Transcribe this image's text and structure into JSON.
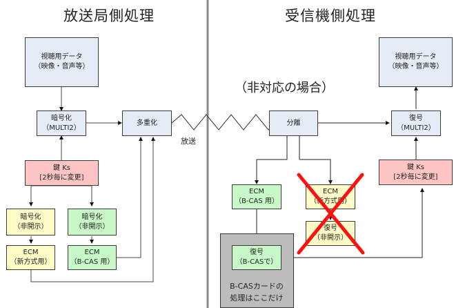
{
  "titles": {
    "broadcaster": "放送局側処理",
    "receiver": "受信機側処理"
  },
  "note": "（非対応の場合）",
  "broadcast_label": "放送",
  "colors": {
    "process_blue": "#e6ecf6",
    "key_pink": "#ffc4c4",
    "new_method_yellow": "#fffcc8",
    "bcas_green": "#c8f8c8",
    "bcas_card_gray": "#bcbcbc",
    "cross_red": "#ff0000",
    "divider": "#888888"
  },
  "broadcaster": {
    "av_data": {
      "line1": "視聴用データ",
      "line2": "（映像・音声等）"
    },
    "encrypt_multi2": {
      "line1": "暗号化",
      "line2": "（MULTI2）"
    },
    "multiplex": {
      "line1": "多重化"
    },
    "key_ks": {
      "line1": "鍵 Ks",
      "line2": "[2秒毎に変更]"
    },
    "encrypt_new": {
      "line1": "暗号化",
      "line2": "（非開示）"
    },
    "encrypt_bcas": {
      "line1": "暗号化",
      "line2": "（非開示）"
    },
    "ecm_new": {
      "line1": "ECM",
      "line2": "（新方式用）"
    },
    "ecm_bcas": {
      "line1": "ECM",
      "line2": "（B-CAS 用）"
    }
  },
  "receiver": {
    "av_data": {
      "line1": "視聴用データ",
      "line2": "（映像・音声等）"
    },
    "demux": {
      "line1": "分離"
    },
    "decrypt_multi2": {
      "line1": "復号",
      "line2": "（MULTI2）"
    },
    "key_ks": {
      "line1": "鍵 Ks",
      "line2": "[2秒毎に変更]"
    },
    "ecm_bcas": {
      "line1": "ECM",
      "line2": "（B-CAS 用）"
    },
    "ecm_new": {
      "line1": "ECM",
      "line2": "（新方式用）"
    },
    "decrypt_new": {
      "line1": "復号",
      "line2": "（非開示）"
    },
    "decrypt_bcas": {
      "line1": "復号",
      "line2": "（B-CASで）"
    },
    "bcas_note": {
      "line1": "B-CASカードの",
      "line2": "処理はここだけ"
    }
  }
}
